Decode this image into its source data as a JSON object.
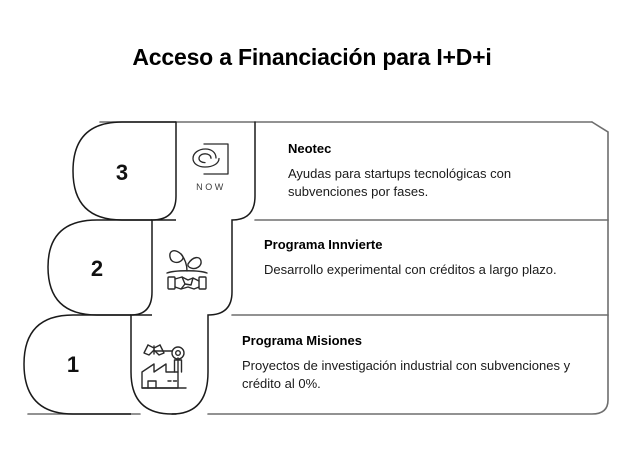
{
  "page": {
    "title": "Acceso a Financiación para I+D+i",
    "background_color": "#ffffff",
    "line_color": "#1a1a1a",
    "separator_color": "#6e6e6e",
    "text_color": "#1a1a1a"
  },
  "steps": [
    {
      "number": "3",
      "icon": "spiral-now-icon",
      "icon_caption": "NOW",
      "heading": "Neotec",
      "body": "Ayudas para startups tecnológicas con subvenciones por fases."
    },
    {
      "number": "2",
      "icon": "seedling-handshake-icon",
      "icon_caption": "",
      "heading": "Programa Innvierte",
      "body": "Desarrollo experimental con créditos a largo plazo."
    },
    {
      "number": "1",
      "icon": "factory-robot-arm-icon",
      "icon_caption": "",
      "heading": "Programa Misiones",
      "body": "Proyectos de investigación industrial con subvenciones y crédito al 0%."
    }
  ]
}
